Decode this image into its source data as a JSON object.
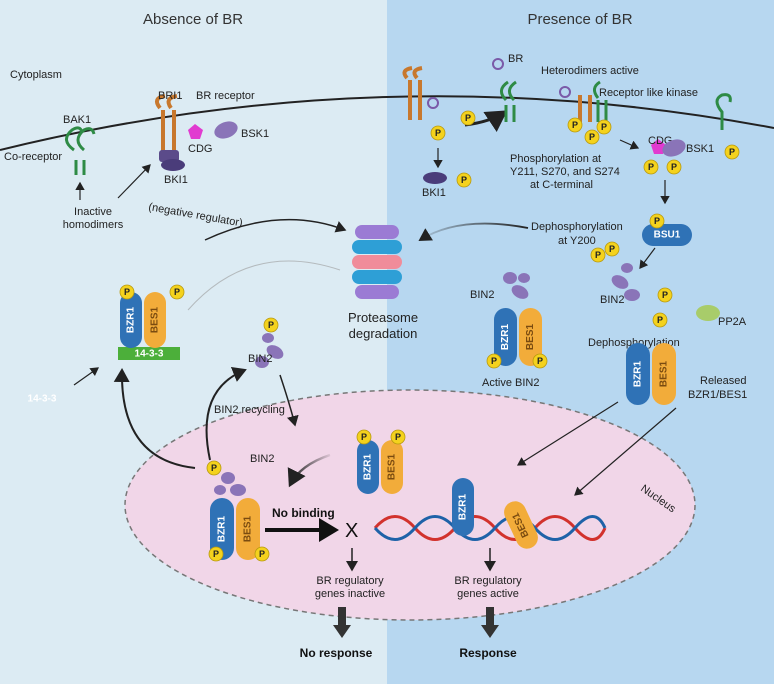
{
  "colors": {
    "left_bg": "#dcebf3",
    "right_bg": "#b7d7f0",
    "nucleus": "#f1d6e8",
    "bzr1": "#2f72b6",
    "bes1": "#f2ac3a",
    "phospho": "#f4d21d",
    "receptor_green": "#2e8b45",
    "kinase_purple": "#8a74b8",
    "green_tag": "#4caf3a"
  },
  "headers": {
    "absence": "Absence of BR",
    "presence": "Presence of BR"
  },
  "labels": {
    "cytoplasm": "Cytoplasm",
    "bak1": "BAK1",
    "co_receptor": "Co-receptor",
    "bri1": "BRI1",
    "br_receptor": "BR receptor",
    "bsk1_left": "BSK1",
    "cdg_left": "CDG",
    "bki1_left": "BKI1",
    "negative_regulator": "(negative regulator)",
    "inactive_homodimers_1": "Inactive",
    "inactive_homodimers_2": "homodimers",
    "br": "BR",
    "heterodimers_active": "Heterodimers active",
    "receptor_like_kinase": "Receptor like kinase",
    "bki1_right": "BKI1",
    "cdg_right": "CDG",
    "bsk1_right": "BSK1",
    "phos_1": "Phosphorylation at",
    "phos_2": "Y211, S270, and S274",
    "phos_3": "at C-terminal",
    "dephos_y200_1": "Dephosphorylation",
    "dephos_y200_2": "at Y200",
    "bsu1": "BSU1",
    "bin2": "BIN2",
    "pp2a": "PP2A",
    "dephosphorylation": "Dephosphorylation",
    "released_1": "Released",
    "released_2": "BZR1/BES1",
    "active_bin2": "Active BIN2",
    "proteasome_1": "Proteasome",
    "proteasome_2": "degradation",
    "bin2_recycling": "BIN2 recycling",
    "tag_14_3_3": "14-3-3",
    "nucleus": "Nucleus",
    "no_binding": "No binding",
    "x_mark": "X",
    "genes_inactive_1": "BR regulatory",
    "genes_inactive_2": "genes inactive",
    "genes_active_1": "BR regulatory",
    "genes_active_2": "genes active",
    "no_response": "No response",
    "response": "Response",
    "bzr1": "BZR1",
    "bes1": "BES1",
    "p": "P"
  }
}
